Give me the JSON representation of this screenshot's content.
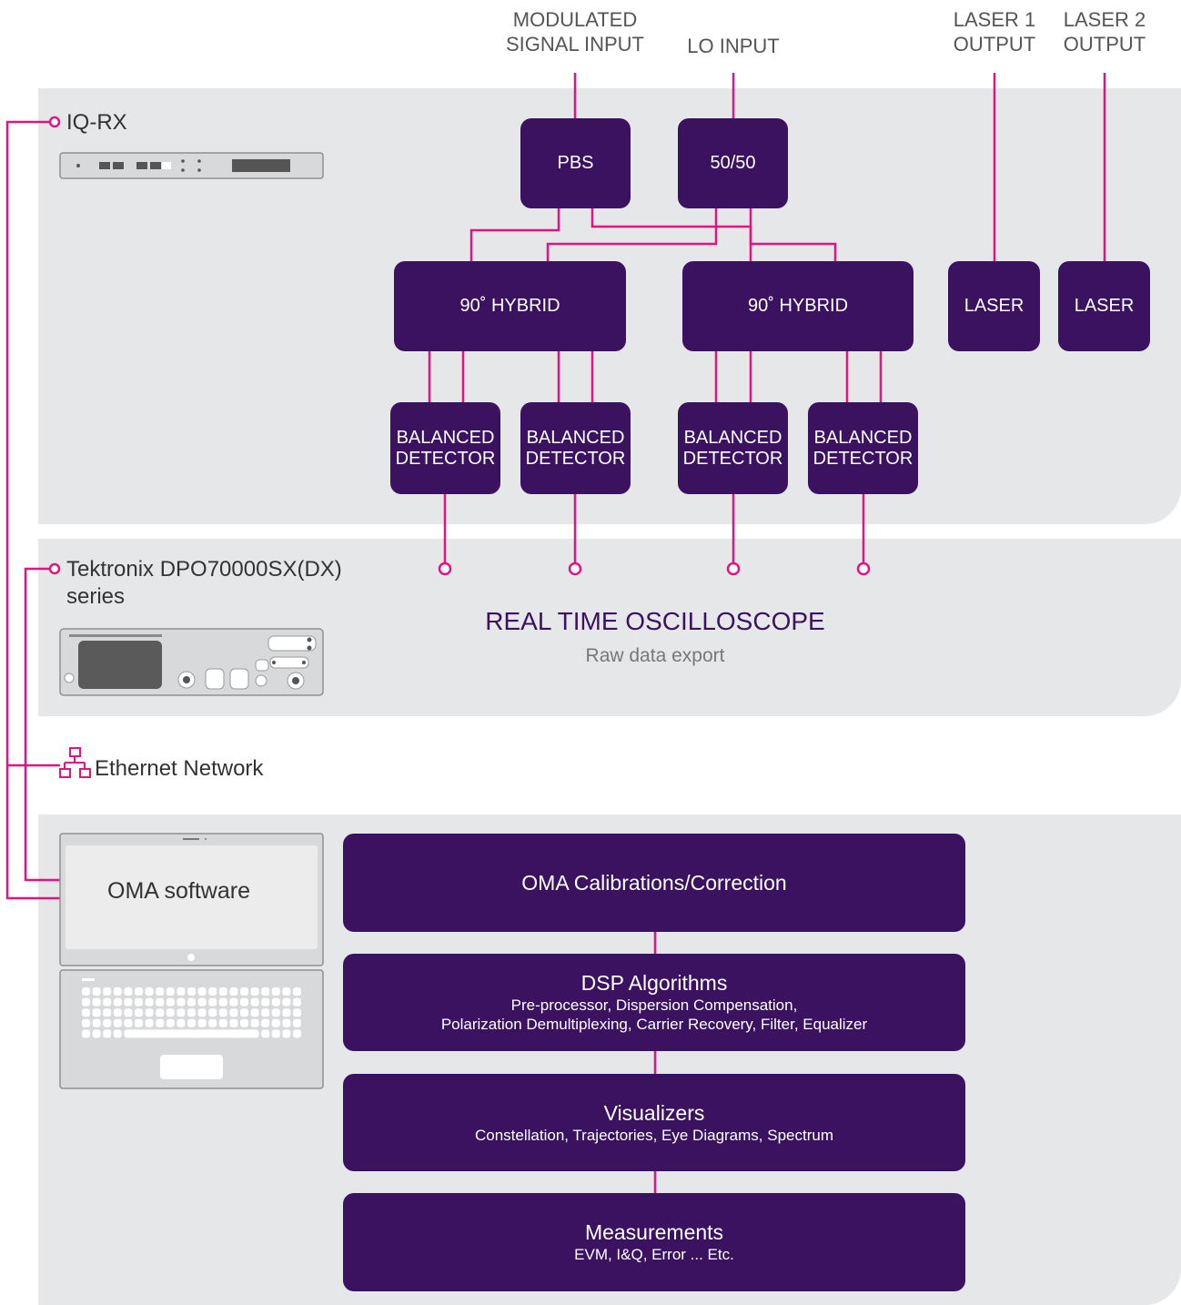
{
  "labels": {
    "modulated_1": "MODULATED",
    "modulated_2": "SIGNAL INPUT",
    "lo_input": "LO INPUT",
    "laser1_1": "LASER 1",
    "laser1_2": "OUTPUT",
    "laser2_1": "LASER 2",
    "laser2_2": "OUTPUT"
  },
  "devices": {
    "iq_rx": "IQ-RX",
    "tektronix_1": "Tektronix DPO70000SX(DX)",
    "tektronix_2": "series"
  },
  "blocks": {
    "pbs": "PBS",
    "splitter": "50/50",
    "hybrid": "90˚ HYBRID",
    "laser": "LASER",
    "detector_1": "BALANCED",
    "detector_2": "DETECTOR"
  },
  "scope": {
    "title": "REAL TIME OSCILLOSCOPE",
    "subtitle": "Raw data export"
  },
  "network": {
    "label": "Ethernet Network"
  },
  "software": {
    "label": "OMA software"
  },
  "chain": [
    {
      "title": "OMA Calibrations/Correction"
    },
    {
      "title": "DSP Algorithms",
      "line1": "Pre-processor, Dispersion Compensation,",
      "line2": "Polarization Demultiplexing, Carrier Recovery, Filter, Equalizer"
    },
    {
      "title": "Visualizers",
      "line1": "Constellation, Trajectories, Eye Diagrams, Spectrum"
    },
    {
      "title": "Measurements",
      "line1": "EVM, I&Q, Error ... Etc."
    }
  ],
  "colors": {
    "accent": "#e0157f",
    "block": "#3b1260",
    "panel": "#e6e7e9"
  }
}
